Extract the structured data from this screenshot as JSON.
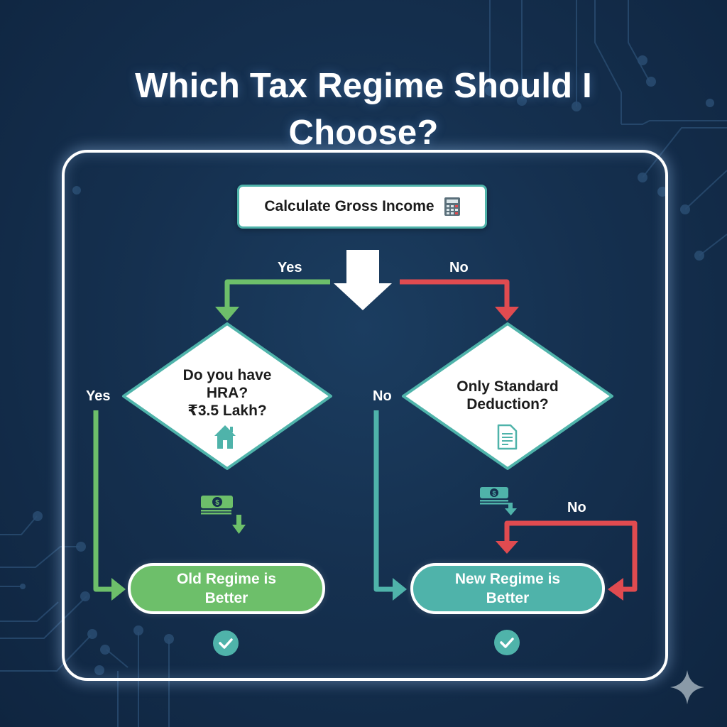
{
  "title": {
    "line1": "Which Tax Regime Should I",
    "line2": "Choose?"
  },
  "start": {
    "label": "Calculate Gross Income",
    "icon": "calculator-icon"
  },
  "branches": {
    "top_yes": "Yes",
    "top_no": "No",
    "left_yes": "Yes",
    "right_no": "No",
    "loop_no": "No"
  },
  "decisions": {
    "left": {
      "line1": "Do you have",
      "line2": "HRA?",
      "line3": "₹3.5 Lakh?",
      "icon": "house-icon"
    },
    "right": {
      "line1": "Only Standard",
      "line2": "Deduction?",
      "icon": "document-icon"
    }
  },
  "money_icons": {
    "left": "money-down-icon",
    "right": "money-down-icon"
  },
  "outcomes": {
    "old": {
      "line1": "Old Regime is",
      "line2": "Better",
      "icon": "check-icon"
    },
    "new": {
      "line1": "New Regime is",
      "line2": "Better",
      "icon": "check-icon"
    }
  },
  "colors": {
    "background": "#15304f",
    "frame": "#ffffff",
    "teal": "#4fb3aa",
    "green": "#6dbf6a",
    "red": "#e04b50",
    "text_dark": "#1c1c1c",
    "sparkle": "#8a9aa8"
  }
}
